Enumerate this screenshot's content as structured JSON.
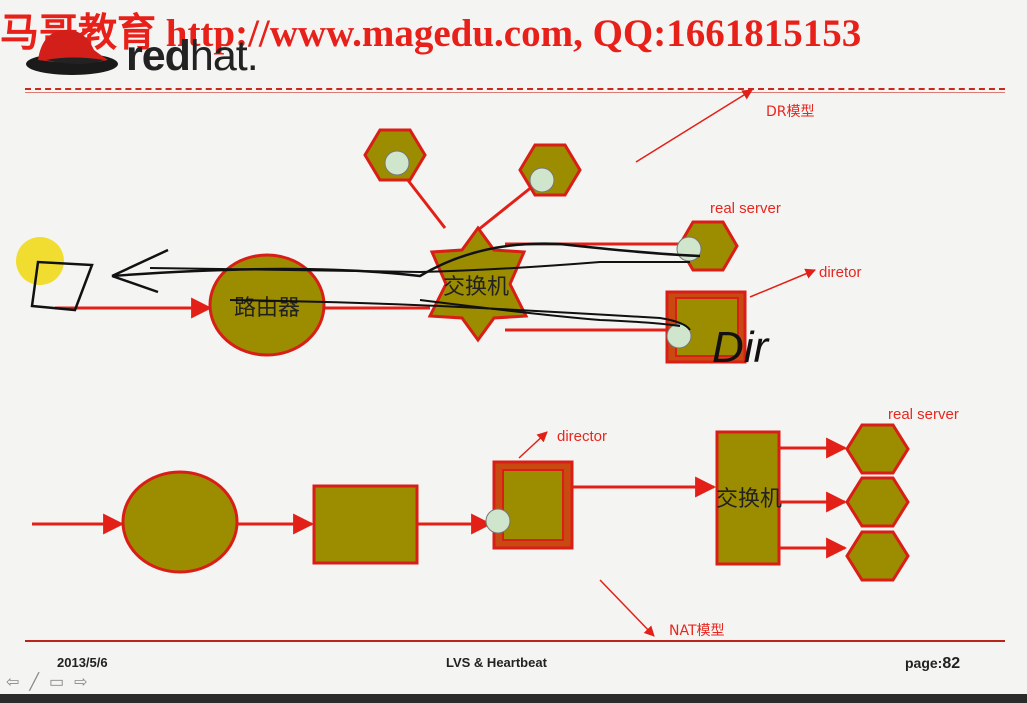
{
  "header": {
    "watermark": "马哥教育 http://www.magedu.com, QQ:1661815153",
    "logo_text_red": "red",
    "logo_text_hat": "hat."
  },
  "footer": {
    "date": "2013/5/6",
    "title": "LVS & Heartbeat",
    "page_label": "page:",
    "page_number": "82"
  },
  "dr_model": {
    "label": "DR模型",
    "router_label": "路由器",
    "switch_label": "交换机",
    "real_server_label": "real server",
    "director_label": "diretor",
    "handwriting": "Dir"
  },
  "nat_model": {
    "label": "NAT模型",
    "director_label": "director",
    "switch_label": "交换机",
    "real_server_label": "real server"
  },
  "colors": {
    "accent_red": "#e32018",
    "node_fill": "#9c8c00",
    "node_stroke": "#d81e16",
    "ip_dot": "#cfe6cc",
    "annotation_red": "#e8261e"
  },
  "icons": {
    "nav": [
      "back-arrow-icon",
      "pen-icon",
      "menu-icon",
      "forward-arrow-icon"
    ]
  }
}
